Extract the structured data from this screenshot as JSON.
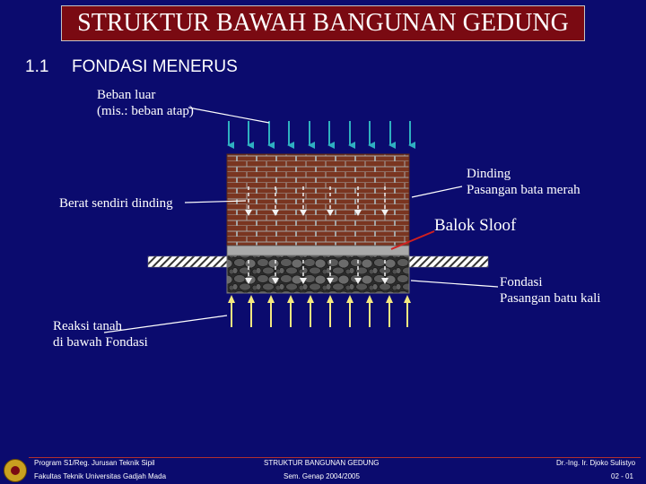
{
  "title": "STRUKTUR BAWAH BANGUNAN GEDUNG",
  "section": {
    "number": "1.1",
    "title": "FONDASI MENERUS"
  },
  "labels": {
    "beban_luar": [
      "Beban luar",
      "(mis.: beban atap)"
    ],
    "berat_sendiri": "Berat sendiri dinding",
    "dinding": [
      "Dinding",
      "Pasangan bata merah"
    ],
    "balok": "Balok Sloof",
    "fondasi": [
      "Fondasi",
      "Pasangan batu kali"
    ],
    "reaksi": [
      "Reaksi tanah",
      "di bawah Fondasi"
    ]
  },
  "footer": {
    "program": "Program S1/Reg. Jurusan Teknik Sipil",
    "faculty": "Fakultas Teknik Universitas Gadjah Mada",
    "course": "STRUKTUR BANGUNAN GEDUNG",
    "semester": "Sem. Genap 2004/2005",
    "author": "Dr.-Ing. Ir. Djoko Sulistyo",
    "page": "02 - 01"
  },
  "colors": {
    "background": "#0b0b6e",
    "title_bg": "#7a0a12",
    "brick": "#7a3520",
    "mortar": "#a5a5a5",
    "sloof": "#a9a9a9",
    "stone": "#5a5a5a",
    "load_arrow": "#2fb0c0",
    "reaction_arrow": "#f4e880",
    "self_weight_arrow": "#f2f2f2"
  },
  "icons": {
    "logo": "university-seal-icon"
  }
}
